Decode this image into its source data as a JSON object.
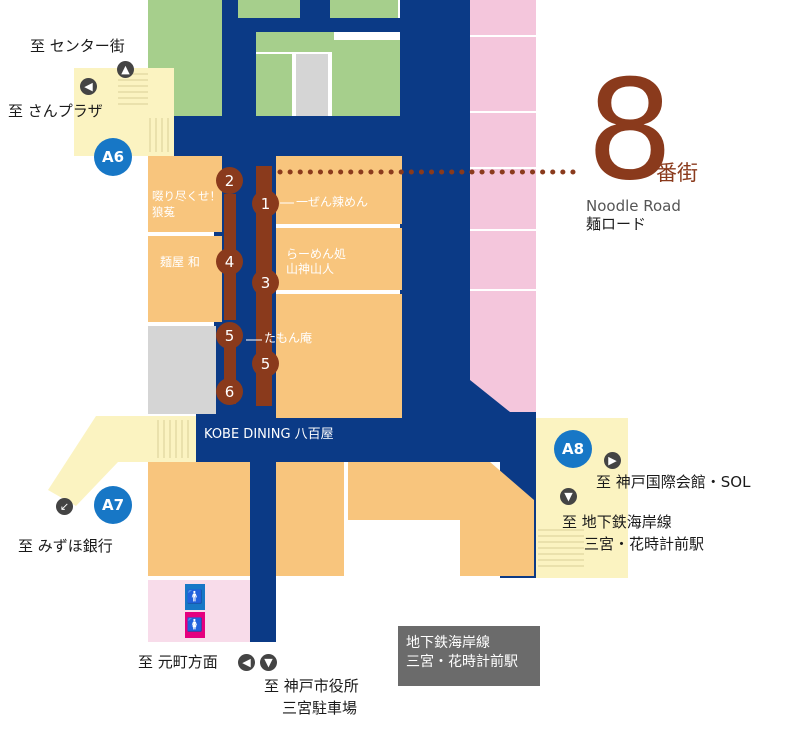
{
  "colors": {
    "corridor": "#0b3a86",
    "shop": "#f8c57d",
    "green": "#a6cf8c",
    "pink": "#f4c6dc",
    "pale_yellow": "#fbf3c1",
    "gray": "#d5d5d5",
    "brown": "#8a3a1c",
    "exit_blue": "#1777c6"
  },
  "street": {
    "number": "8",
    "suffix": "番街",
    "name_en": "Noodle Road",
    "name_ja": "麺ロード"
  },
  "exits": {
    "a6": "A6",
    "a7": "A7",
    "a8": "A8"
  },
  "directions": {
    "center_gai": "至 センター街",
    "san_plaza": "至 さんプラザ",
    "mizuho": "至 みずほ銀行",
    "motomachi": "至 元町方面",
    "city_hall_1": "至 神戸市役所",
    "city_hall_2": "三宮駐車場",
    "kokusai": "至 神戸国際会館・SOL",
    "subway_1": "至 地下鉄海岸線",
    "subway_2": "三宮・花時計前駅"
  },
  "shops": {
    "s1": "一ぜん辣めん",
    "s2_line1": "啜り尽くせ！",
    "s2_line2": "狼菟",
    "s3_line1": "らーめん処",
    "s3_line2": "山神山人",
    "s4": "麺屋 和",
    "s5": "たもん庵",
    "s6": "KOBE DINING 八百屋"
  },
  "markers": [
    "1",
    "2",
    "3",
    "4",
    "5",
    "5",
    "6"
  ],
  "station_box": {
    "line1": "地下鉄海岸線",
    "line2": "三宮・花時計前駅"
  },
  "icons": [
    "arrow-up-icon",
    "arrow-left-icon",
    "arrow-right-icon",
    "arrow-down-icon",
    "arrow-down-left-icon",
    "male-restroom-icon",
    "female-restroom-icon"
  ]
}
